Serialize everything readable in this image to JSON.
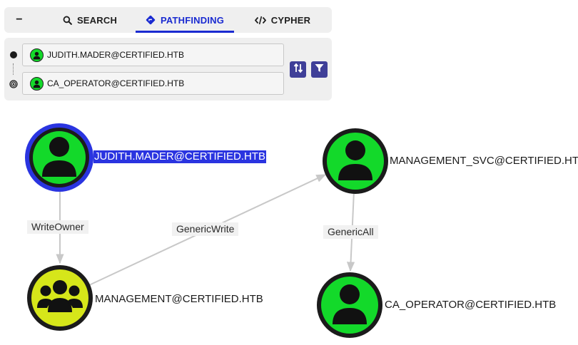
{
  "tabs": {
    "collapse_symbol": "−",
    "search": "SEARCH",
    "pathfinding": "PATHFINDING",
    "cypher": "CYPHER"
  },
  "path": {
    "start_node": "JUDITH.MADER@CERTIFIED.HTB",
    "target_node": "CA_OPERATOR@CERTIFIED.HTB"
  },
  "graph": {
    "nodes": {
      "judith": {
        "label": "JUDITH.MADER@CERTIFIED.HTB",
        "kind": "user",
        "selected": true
      },
      "management_svc": {
        "label": "MANAGEMENT_SVC@CERTIFIED.HTB",
        "kind": "user"
      },
      "management": {
        "label": "MANAGEMENT@CERTIFIED.HTB",
        "kind": "group"
      },
      "ca_operator": {
        "label": "CA_OPERATOR@CERTIFIED.HTB",
        "kind": "user"
      }
    },
    "edges": {
      "judith_to_management": "WriteOwner",
      "management_to_svc": "GenericWrite",
      "svc_to_ca_operator": "GenericAll"
    }
  },
  "colors": {
    "accent": "#1a2bd1",
    "user_node": "#13d92a",
    "group_node": "#d6e61a",
    "selected_ring": "#2a34e0",
    "edge": "#c8c8c8",
    "button": "#3f3f98"
  }
}
